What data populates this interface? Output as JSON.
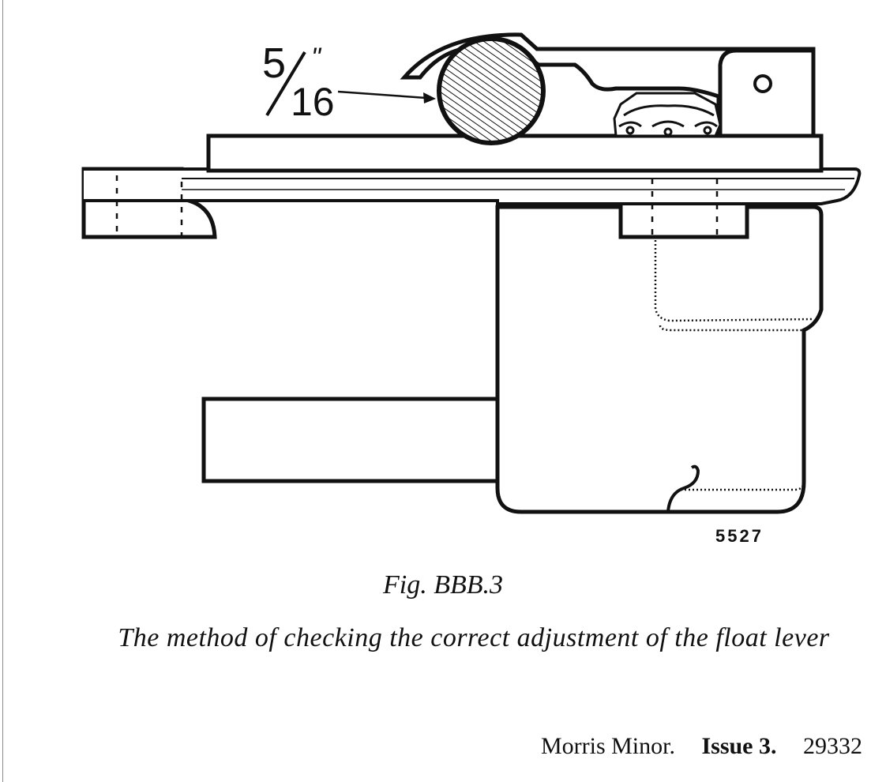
{
  "diagram": {
    "dimension_numerator": "5",
    "dimension_denominator": "16",
    "dimension_unit": "\"",
    "drawing_number": "5527"
  },
  "figure": {
    "number": "Fig. BBB.3",
    "caption": "The method of checking the correct adjustment of the float lever"
  },
  "footer": {
    "model": "Morris Minor.",
    "issue": "Issue 3.",
    "code": "29332"
  },
  "colors": {
    "ink": "#111111",
    "paper": "#ffffff"
  }
}
